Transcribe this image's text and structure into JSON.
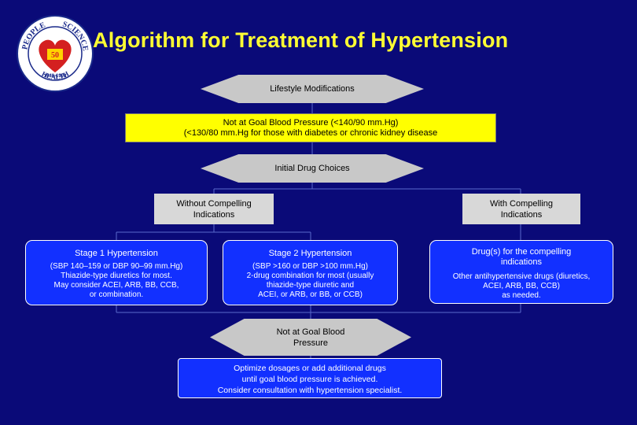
{
  "title": "Algorithm for Treatment of Hypertension",
  "logo": {
    "top_text": "PEOPLE",
    "right_text": "SCIENCE",
    "bottom_text": "HEALTH",
    "years": "1948-1998",
    "inner": "50"
  },
  "lifestyle": "Lifestyle Modifications",
  "goal": {
    "line1": "Not at Goal Blood Pressure (<140/90 mm.Hg)",
    "line2": "(<130/80 mm.Hg for those with diabetes or chronic kidney disease"
  },
  "initial": "Initial Drug Choices",
  "without": "Without Compelling Indications",
  "with": "With Compelling Indications",
  "stage1": {
    "title": "Stage 1 Hypertension",
    "lines": [
      "(SBP 140–159 or DBP 90–99 mm.Hg)",
      "Thiazide-type diuretics for most.",
      "May consider ACEI, ARB, BB, CCB,",
      "or combination."
    ]
  },
  "stage2": {
    "title": "Stage 2 Hypertension",
    "lines": [
      "(SBP >160 or DBP >100 mm.Hg)",
      "2-drug combination for most (usually",
      "thiazide-type diuretic and",
      "ACEI, or ARB, or BB, or CCB)"
    ]
  },
  "compelling": {
    "title_line1": "Drug(s) for the compelling",
    "title_line2": "indications",
    "lines": [
      "Other antihypertensive drugs (diuretics,",
      "ACEI, ARB, BB, CCB)",
      "as needed."
    ]
  },
  "notgoal": "Not at Goal Blood Pressure",
  "optimize": {
    "lines": [
      "Optimize dosages or add additional drugs",
      "until goal blood pressure is achieved.",
      "Consider consultation with hypertension specialist."
    ]
  },
  "colors": {
    "background": "#0a0a78",
    "title": "#ffff33",
    "box_blue": "#1230ff",
    "box_yellow": "#ffff00",
    "box_grey": "#c8c8c8"
  }
}
